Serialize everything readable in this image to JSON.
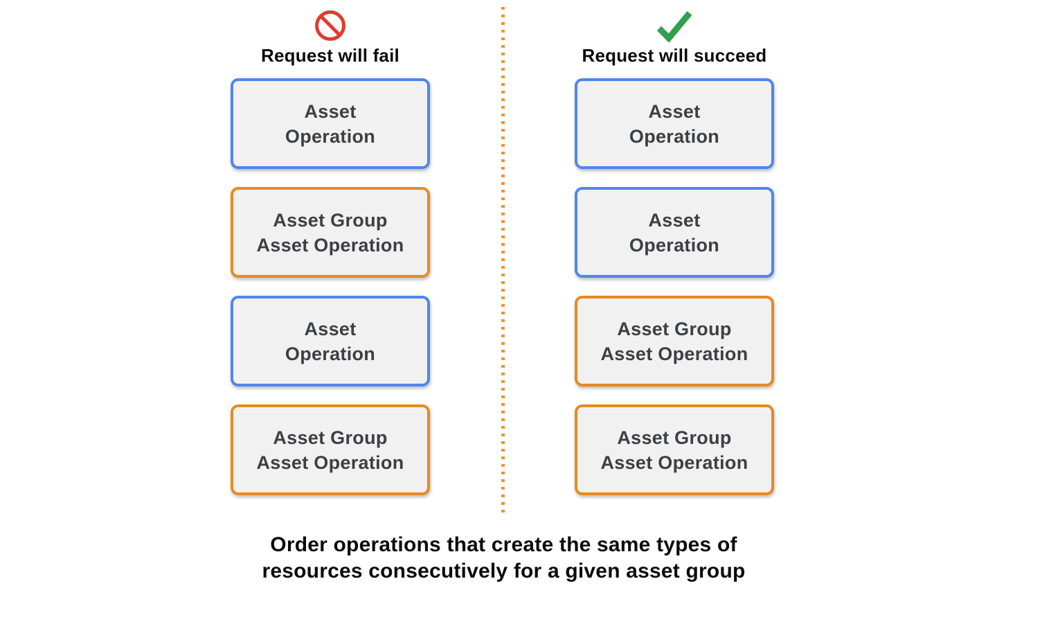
{
  "caption": "Order operations that create the same types of\nresources consecutively for a given asset group",
  "colors": {
    "blue_border": "#4e86ec",
    "orange_border": "#e8891f",
    "divider_orange": "#ea9733",
    "box_background": "#f1f1f1",
    "box_text": "#3c4043",
    "fail_red": "#e23b2e",
    "success_green": "#2fa04e",
    "heading_text": "#0b0b0b"
  },
  "columns": [
    {
      "heading": "Request will fail",
      "icon": "prohibition-icon",
      "boxes": [
        {
          "label": "Asset\nOperation",
          "type": "blue"
        },
        {
          "label": "Asset Group\nAsset Operation",
          "type": "orange"
        },
        {
          "label": "Asset\nOperation",
          "type": "blue"
        },
        {
          "label": "Asset Group\nAsset Operation",
          "type": "orange"
        }
      ]
    },
    {
      "heading": "Request will succeed",
      "icon": "checkmark-icon",
      "boxes": [
        {
          "label": "Asset\nOperation",
          "type": "blue"
        },
        {
          "label": "Asset\nOperation",
          "type": "blue"
        },
        {
          "label": "Asset Group\nAsset Operation",
          "type": "orange"
        },
        {
          "label": "Asset Group\nAsset Operation",
          "type": "orange"
        }
      ]
    }
  ]
}
